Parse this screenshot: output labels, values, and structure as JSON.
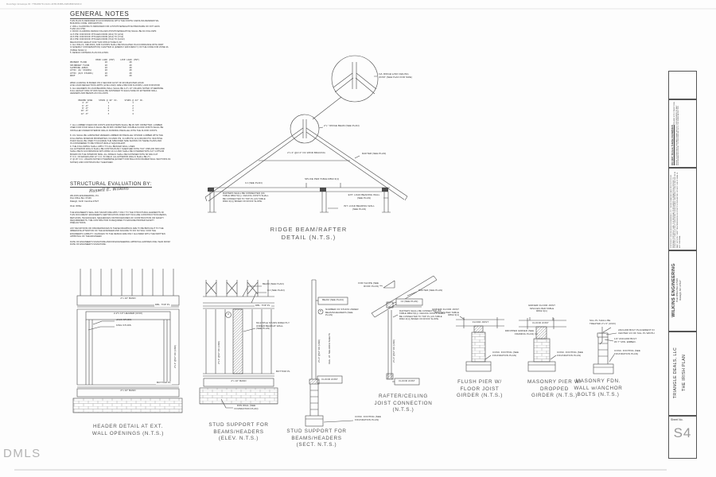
{
  "page": {
    "docusign": "DocuSign Envelope ID: 77BA8D7D-13AC-4F65-B3B6-A9B4B0D9A619",
    "watermark": "DMLS"
  },
  "notes": {
    "title": "GENERAL NOTES",
    "body1": "THIS PLAN IS DESIGNED IN ACCORDANCE WITH THE NORTH CAROLINA RESIDENTIAL\nBUILDING CODE, 2009 EDITION.\n2. WALL CLADDING IS DESIGNED FOR A POSITIVE/NEGATIVE PRESSURE OF NOT LESS\nTHAN 24.0 PSF.\n3. ROOF CLADDING DESIGN VALUES (POSITIVE/NEGATIVE) SHALL BE AS FOLLOWS:\n      41.5 PSF FOR ROOF PITCHES FROM (0/12) TO (2/12)\n      34.5 PSF FOR ROOF PITCHES FROM (2/12) TO (7/12)\n      30.0 PSF FOR ROOF PITCHES FROM (7/12) TO (12/12)\n      MEAN ROOF HEIGHT FOR THIS STRUCTURE IS 30'\n4. ALL WALLS, CEILINGS, AND FLOORS SHALL BE INSULATED IN ACCORDANCE WITH PART\nIV (ENERGY CONSERVATION) CHAPTER 11 (ENERGY EFFICIENCY) OF THE CODE FOR ZONE 4A\n(TABLE N1102.1)\n5. DESIGN CRITERIA IS AS FOLLOWS:",
    "load_table": "                    DEAD LOAD (PSF)    LIVE LOAD (PSF)\nPRIMARY FLOOR              10                 40\nSECONDARY FLOOR            10                 40\nSLEEPING AREAS             10                 40\nATTIC (W/ STAIRS)          10                 40\nATTIC (W/O STAIRS)         10                 20\nROOF                       10                 20",
    "body2": "WIND LOADING IS BASED ON 3 SECOND GUST OF 90 MILES PER HOUR.\nLIVE LOAD DEFLECTION LIMITS (LIVE LOAD): ARE L/360 FOR FLOORS; L/240 FOR ROOF\n6. ALL HEADERS IN LOAD BEARING WALL SHALL BE 2-2\"x 10\" UNLESS NOTED OTHERWISE.\nFULL HEIGHT KING STUDS SHALL BE FASTENED TO EACH SIDE OF EXTERIOR WALL\nHEADERS AND BEAMS AS FOLLOWS:",
    "header_table": "  HEADER SPAN     STUDS @ 16\" OC.     STUDS @ 24\" OC.\n     4'-0\"               1                  1\n     6'-0\"               1                  2\n     8'-0\"               2                  2\n    10'-0\"               2                  3\n    12'-0\"               3                  4",
    "body3": "7. ALL LUMBER USED FOR JOISTS AND RAFTERS SHALL BE #2 SPF OR BETTER. LUMBER\nUSED FOR STUD WALLS SHALL BE #3 SPF OR BETTER. DOUBLE FLOOR JOISTS SHALL BE\nINSTALLED UNDER INTERIOR WALLS RUNNING PARALLEL WITH THE FLOOR JOISTS.\n\n8. LVL SHALL BE LAMINATED VENEER LUMBER OR PARALLEL STRAND LUMBER WITH THE\nFOLLOWING MINIMUM PROPERTIES: Fb=2900 PSI, Fv=285 PSI, E=2,000,000 PSI. MULTIPLE\nPLIES SHALL BE USED TO ACHIEVE THE SPECIFIED SIZE SHOWN ON THESE PLANS AND\nIS CONSIDERED TO BE STRUCTURALLY EQUIVALENT.\n9. THE FOLLOWING SHALL APPLY TO ALL BRACED WALL LINES:\nALL EXTERIOR WALLS SHALL BE CONTINUOUSLY SHEATHED WITH 7/16\" OSB (OR SIM) AND\nSHALL BE IN ACCORDANCE WITH R602.10.4.2 AND SHALL BE COVERED WITH 1/2\" GYPSUM\nBOARD ON THE INTERIOR SIDE. ALL PANELS SHALL BE FASTENED WITH 8d NAILS AT\n6\" O.C. ON EDGES AND 12\" O.C. IN FIELD. ALL EXTERIOR WALLS SHALL BE 2\"x\n4\" @ 16\" O.C. UNLESS NOTED OTHERWISE (EXCEPT FOR BALLOON FRAMED WALL SECTIONS AS\nNOTED) AND CONTINUOUSLY SHEATHED."
  },
  "evaluation": {
    "title": "STRUCTURAL EVALUATION BY:",
    "signature": "Russell E. Wilkins",
    "firm": "WILKINS ENGINEERING, P.C.\nPost Office Box 37446\nRaleigh, North Carolina 27627\n\nFILE: IRISH",
    "body": "THE ENGINEER'S SEAL AND SIGNATURE APPLY ONLY TO THE STRUCTURAL ELEMENTS OF\nTHIS DOCUMENT. ENGINEER'S CERTIFICATION DOES NOT INCLUDE CONSTRUCTION MEANS,\nMETHODS, TECHNIQUES, SEQUENCES OR PROCEDURES OF CONSTRUCTION OR SAFETY\nREQUIREMENTS. THE CONTRACTOR IS REQUIRED TO ENSURE PROPER SAFETY\nPRECAUTIONS.\n\nANY DEVIATIONS OR DISCREPANCIES IN THESE DRAWINGS ARE TO BE BROUGHT TO THE\nIMMEDIATE ATTENTION OF THE ENGINEER AND FAILURE TO DO SO WILL VOID THE\nENGINEER'S LIABILITY. CHANGES TO THE DESIGN ARE ONLY ALLOWED WITH THE WRITTEN\nAPPROVAL OF THE ENGINEER.\n\nDATE OF ENGINEER'S SIGNATURE AND/OR ENGINEERING APPROVAL EXPIRES ONE YEAR FROM\nDATE OF ENGINEER'S SIGNATURE."
  },
  "ridge": {
    "bubble": "LVL RIDGE w/NO CEILING\nJOIST (SEE PLAN FOR SIZE)",
    "beam": "2\"x   \" RIDGE BEAM (SEE PLAN)",
    "bracing": "2\"x 4\" @4'-0\" OC WIND BRACING",
    "rafter": "RAFTER (SEE PLAN)",
    "splice": "SPLICE PER TABLE R802.3(1)",
    "cj": "CJ (SEE PLAN)",
    "note": "RAFTERS SHALL BE CONNECTED (AS\nTABLE R802.5(1)). CEILING JOISTS SHALL\nBE CONNECTED TO TOP PL (AS TABLE\nR602.3(1)) BASED ON ROOF SLOPE.",
    "ext_wall": "EXT. LOAD BEARING WALL\n(SEE PLAN)",
    "int_wall": "INT. LOAD BEARING WALL\n(SEE PLAN)",
    "title": "RIDGE BEAM/RAFTER\nDETAIL (N.T.S.)"
  },
  "header_detail": {
    "band_top": "2\"x 10\" BAND",
    "dbl_top": "DBL. TOP PL",
    "header": "2-2\"x 10\" HEADER (UNO)",
    "jack": "JACK STUDS",
    "king": "KING STUDS",
    "studs_vert": "2\"x 4\" @16\" OC (UNO)",
    "bottom_pl": "BOTTOM PL",
    "band_bottom": "2\"x 10\" BAND",
    "title": "HEADER DETAIL AT EXT.\nWALL OPENINGS (N.T.S.)"
  },
  "stud_elev": {
    "beam": "BEAM (SEE PLAN)",
    "cj": "CJ (SEE PLAN)",
    "dbl_top": "DBL. TOP PL",
    "hash": "#",
    "note": "MULTIPLE STUDS DIRECTLY\nUNDER BEAM AT WALL\n(SEE PLAN)",
    "studs_vert": "2\"x 4\" @16\" OC (UNO)",
    "bottom_pl": "BOTTOM PL",
    "band": "2\"x 10\" BAND",
    "fdn": "FDN WALL (SEE\nFOUNDATION PLAN)",
    "title": "STUD SUPPORT FOR\nBEAMS/HEADERS\n(ELEV. N.T.S.)"
  },
  "stud_sect": {
    "beam": "BEAM (SEE PLAN)",
    "hash": "#",
    "note": "NUMBER OF STUDS UNDER\nBEAMS/HEADERS (SEE\nPLAN)",
    "studs_vert": "2\"x 4\" @16\" OC (UNO)",
    "ceil_vert": "CEIL. HT. SEE ARCH SHEETS",
    "floor_joist": "FLOOR JOIST",
    "footing": "CONC. FOOTING (SEE\nFOUNDATION PLAN)",
    "title": "STUD SUPPORT FOR\nBEAMS/HEADERS\n(SECT. N.T.S.)"
  },
  "rafter_cj": {
    "slope": "FOR SLOPE (SEE\nROOF PLAN)",
    "rafter": "RAFTER (SEE PLAN)",
    "cj": "CJ (SEE PLAN)",
    "note": "RAFTERS SHALL BE CONNECTED (AS\nTABLE R802.5(1)). CEILING JOISTS SHALL\nBE CONNECTED TO TOP PL (AS TABLE\nR602.3(1)) BASED ON ROOF SLOPE.",
    "studs_vert": "2\"x 4\" @16\" OC (UNO)",
    "floor_joist": "FLOOR JOIST",
    "title": "RAFTER/CEILING\nJOIST CONNECTION\n(N.T.S.)"
  },
  "flush_pier": {
    "splice": "GIRDER/ FLOOR JOIST\nSPLICES PER TABLE\nR802.3(1)",
    "floor_joist": "FLOOR JOIST",
    "footing": "CONC. FOOTING (SEE\nFOUNDATION PLAN)",
    "title": "FLUSH PIER W/\nFLOOR JOIST\nGIRDER (N.T.S.)"
  },
  "masonry_pier": {
    "splice": "GIRDER/ FLOOR JOIST\nSPLICES PER TABLE\nR802.3(1)",
    "floor_joist": "FLOOR JOIST",
    "girder": "DROPPED GIRDER (SEE\nFRAMING PLAN)",
    "footing": "CONC. FOOTING (SEE\nFOUNDATION PLAN)",
    "title": "MASONRY PIER W/\nDROPPED\nGIRDER (N.T.S.)"
  },
  "masonry_fdn": {
    "sill": "SILL PL SHALL BE\nTREATED 2\"x 6\" (UNO)",
    "anchor": "ANCHOR BOLT PLACEMENT IN\nCENTER 1/3 OF SILL PL WIDTH",
    "bolt": "1/2\" ANCHOR BOLT\nW/ 7\" MIN. EMBED.",
    "footing": "CONC. FOOTING (SEE\nFOUNDATION PLAN)",
    "title": "MASONRY FDN.\nWALL w/ANCHOR\nBOLTS (N.T.S.)"
  },
  "titleblock": {
    "do_not_scale": "DO NOT SCALE THESE DRAWINGS",
    "note": "THE CONTRACTOR SHALL VERIFY ALL DIMENSIONS AND SITE CONDITIONS PRIOR TO CONSTRUCTION AND SHALL NOTIFY THE ENGINEER OF ANY DISCREPANCIES PRIOR TO PROCEEDING WITH THE WORK AFFECTED.",
    "copyright": "COPYRIGHT 2008 WILKINS ENGINEERING, P.C. THESE DRAWINGS ARE PROTECTED BY FEDERAL COPYRIGHT LAW. THE ORIGINAL PURCHASER IS GRANTED A LICENSE TO CONSTRUCT ONE (1) STRUCTURE FROM THESE PLANS. REPRODUCTION IN WHOLE OR IN PART WITHOUT WRITTEN PERMISSION IS STRICTLY PROHIBITED. DO NOT USE IF SEAL IS NOT ORIGINAL.",
    "firm_name": "WILKINS ENGINEERING",
    "firm_addr": "Post Office Box 37446\nRaleigh, NC 27627",
    "client": "TRIANGLE DEALS, LLC",
    "plan": "THE IRISH PLAN",
    "sheet_label": "Sheet No.",
    "sheet_no": "S4"
  }
}
